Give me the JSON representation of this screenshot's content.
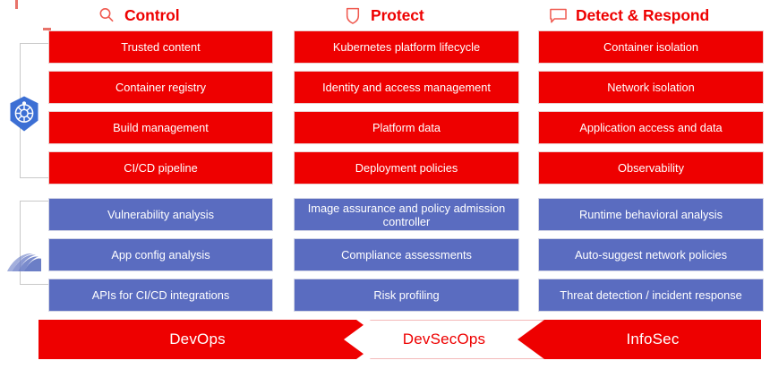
{
  "theme": {
    "red": "#ee0000",
    "blue": "#5a6cc0",
    "text_on_fill": "#ffffff",
    "bracket_gray": "#c9c9c9",
    "box_border": "#e9c9c9",
    "k8s_blue": "#3c6fd4",
    "layers_blue": "#6b7ec6"
  },
  "columns": [
    {
      "id": "control",
      "icon": "magnifier-icon",
      "label": "Control",
      "red_items": [
        "Trusted content",
        "Container registry",
        "Build management",
        "CI/CD pipeline"
      ],
      "blue_items": [
        "Vulnerability analysis",
        "App config analysis",
        "APIs for CI/CD integrations"
      ]
    },
    {
      "id": "protect",
      "icon": "shield-icon",
      "label": "Protect",
      "red_items": [
        "Kubernetes platform lifecycle",
        "Identity and access management",
        "Platform data",
        "Deployment policies"
      ],
      "blue_items": [
        "Image assurance and policy admission controller",
        "Compliance assessments",
        "Risk profiling"
      ]
    },
    {
      "id": "detect-respond",
      "icon": "chat-bubble-icon",
      "label": "Detect & Respond",
      "red_items": [
        "Container isolation",
        "Network isolation",
        "Application access and data",
        "Observability"
      ],
      "blue_items": [
        "Runtime behavioral analysis",
        "Auto-suggest network policies",
        "Threat detection / incident response"
      ]
    }
  ],
  "rail": {
    "platform_icon": "kubernetes-icon",
    "security_icon": "layers-icon"
  },
  "banner": {
    "left_label": "DevOps",
    "center_label": "DevSecOps",
    "right_label": "InfoSec"
  }
}
